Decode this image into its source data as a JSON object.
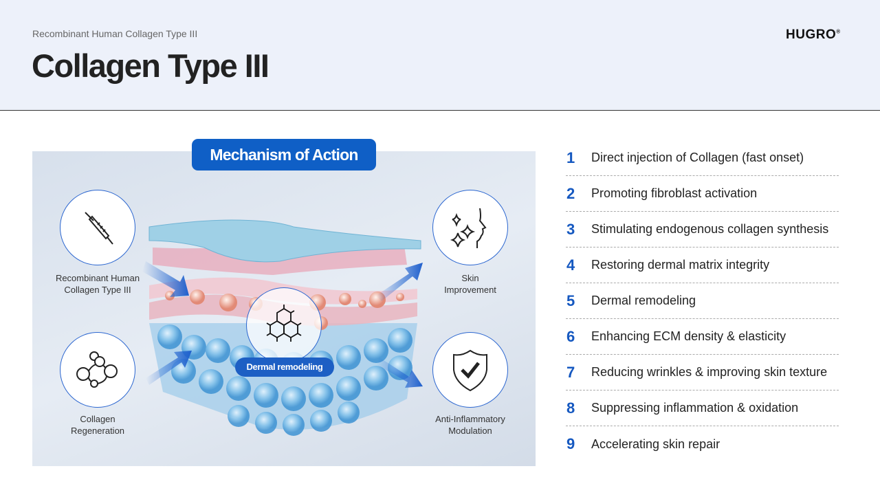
{
  "header": {
    "subtitle": "Recombinant Human Collagen Type III",
    "title": "Collagen Type III",
    "logo": "HUGRO",
    "logo_mark": "®"
  },
  "diagram": {
    "badge": "Mechanism of Action",
    "center_label": "Dermal remodeling",
    "nodes": [
      {
        "label_line1": "Recombinant Human",
        "label_line2": "Collagen Type III",
        "icon": "syringe-icon"
      },
      {
        "label_line1": "Collagen",
        "label_line2": "Regeneration",
        "icon": "molecule-icon"
      },
      {
        "label_line1": "Skin",
        "label_line2": "Improvement",
        "icon": "face-sparkle-icon"
      },
      {
        "label_line1": "Anti-Inflammatory",
        "label_line2": "Modulation",
        "icon": "shield-check-icon"
      }
    ],
    "colors": {
      "accent": "#0f5fc6"
    }
  },
  "list": [
    {
      "num": "1",
      "text": "Direct injection of Collagen (fast onset)"
    },
    {
      "num": "2",
      "text": "Promoting fibroblast activation"
    },
    {
      "num": "3",
      "text": "Stimulating endogenous collagen synthesis"
    },
    {
      "num": "4",
      "text": "Restoring dermal matrix integrity"
    },
    {
      "num": "5",
      "text": "Dermal remodeling"
    },
    {
      "num": "6",
      "text": "Enhancing ECM density & elasticity"
    },
    {
      "num": "7",
      "text": "Reducing wrinkles & improving skin texture"
    },
    {
      "num": "8",
      "text": "Suppressing inflammation & oxidation"
    },
    {
      "num": "9",
      "text": "Accelerating skin repair"
    }
  ]
}
